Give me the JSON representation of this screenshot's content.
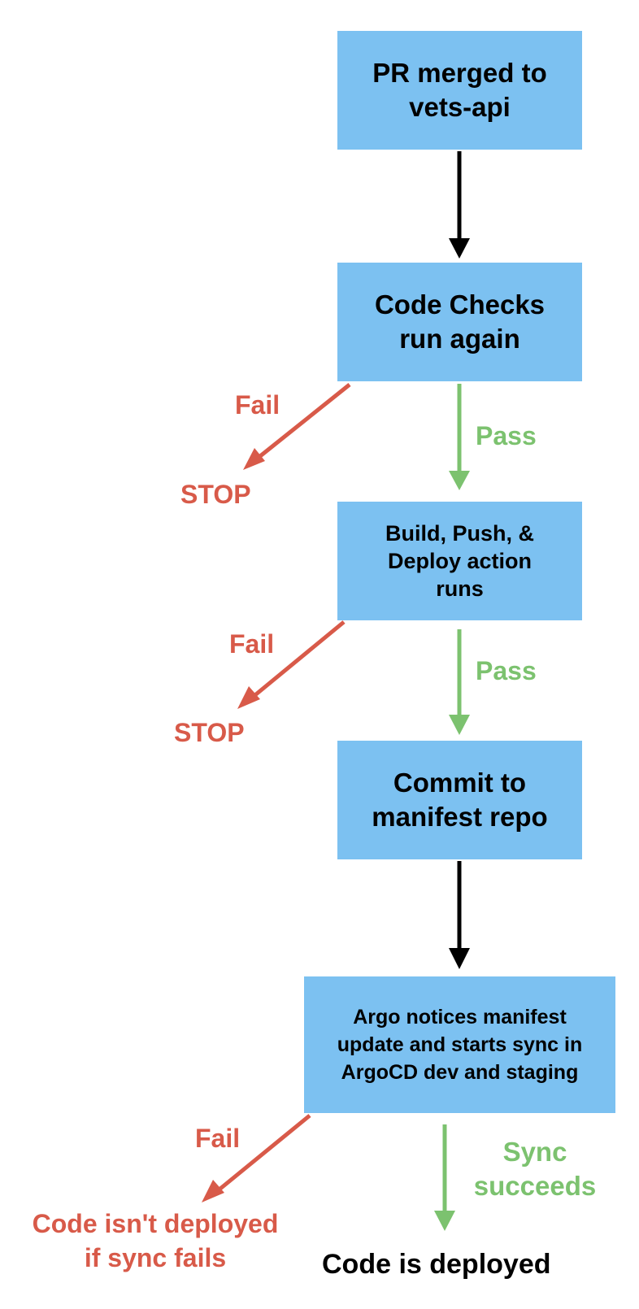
{
  "colors": {
    "box_fill": "#7cc1f1",
    "arrow_main": "#000000",
    "fail": "#d85a49",
    "pass": "#7cc26f"
  },
  "nodes": {
    "pr_merged": "PR merged to\nvets-api",
    "code_checks": "Code Checks\nrun again",
    "build_push": "Build, Push, &\nDeploy action\nruns",
    "commit_manifest": "Commit to\nmanifest repo",
    "argo_sync": "Argo notices manifest\nupdate and starts sync in\nArgoCD dev and staging"
  },
  "edges": {
    "fail_1": "Fail",
    "stop_1": "STOP",
    "pass_1": "Pass",
    "fail_2": "Fail",
    "stop_2": "STOP",
    "pass_2": "Pass",
    "fail_3": "Fail",
    "not_deployed": "Code isn't deployed\nif sync fails",
    "sync_succeeds": "Sync\nsucceeds",
    "deployed": "Code is deployed"
  }
}
